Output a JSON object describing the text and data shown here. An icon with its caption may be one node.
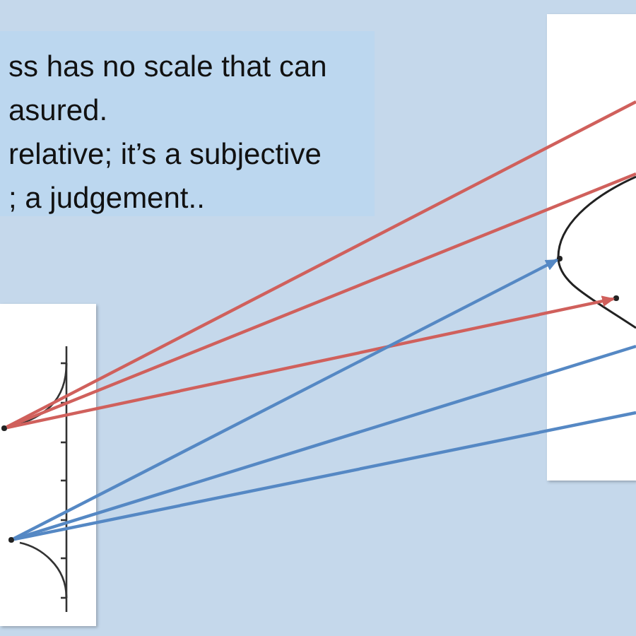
{
  "diagram": {
    "nodes": [
      {
        "text": [
          "ss has no scale that can asured.",
          "relative; it’s a subjective ; a judgement.."
        ]
      },
      {
        "text": [],
        "shape": "picture"
      },
      {
        "text": [],
        "shape": "picture"
      },
      {
        "text": [],
        "shape": "circle",
        "in": 1
      },
      {
        "text": [],
        "shape": "circle",
        "in": 1
      },
      {
        "text": [],
        "shape": "circle",
        "in": 2
      },
      {
        "text": [],
        "shape": "circle",
        "in": 2
      }
    ],
    "edges": [
      {
        "from": 3,
        "to": 2,
        "arrow": "none",
        "color": "#d0605c"
      },
      {
        "from": 3,
        "to": 2,
        "arrow": "none",
        "color": "#d0605c"
      },
      {
        "from": 3,
        "to": 5,
        "arrow": "to",
        "color": "#d0605c"
      },
      {
        "from": 4,
        "to": 6,
        "arrow": "to",
        "color": "#5588c4"
      },
      {
        "from": 4,
        "to": 2,
        "arrow": "none",
        "color": "#5588c4"
      },
      {
        "from": 4,
        "to": 2,
        "arrow": "none",
        "color": "#5588c4"
      }
    ]
  }
}
